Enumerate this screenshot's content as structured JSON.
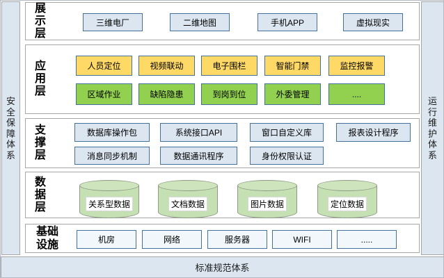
{
  "rails": {
    "left_label": "安全保障体系",
    "right_label": "运行维护体系",
    "bottom_label": "标准规范体系"
  },
  "layers": {
    "presentation": {
      "label": "展示层",
      "items": [
        "三维电厂",
        "二维地图",
        "手机APP",
        "虚拟现实"
      ]
    },
    "application": {
      "label": "应用层",
      "yellow_items": [
        "人员定位",
        "视频联动",
        "电子围栏",
        "智能门禁",
        "监控报警"
      ],
      "green_items": [
        "区域作业",
        "缺陷隐患",
        "到岗到位",
        "外委管理",
        "...."
      ]
    },
    "support": {
      "label": "支撑层",
      "row1_items": [
        "数据库操作包",
        "系统接口API",
        "窗口自定义库",
        "报表设计程序"
      ],
      "row2_items": [
        "消息同步机制",
        "数据通讯程序",
        "身份权限认证"
      ]
    },
    "data": {
      "label": "数据层",
      "cylinders": [
        "关系型数据",
        "文档数据",
        "图片数据",
        "定位数据"
      ]
    },
    "infrastructure": {
      "label": "基础设施",
      "items": [
        "机房",
        "网络",
        "服务器",
        "WIFI",
        "....."
      ]
    }
  },
  "colors": {
    "rail_background": "#dce6f1",
    "box_blue_fill": "#dce6f1",
    "box_yellow_fill": "#ffd966",
    "box_green_fill": "#92d050",
    "cylinder_fill": "#c5e0b3",
    "box_border_blue": "#41719c",
    "frame_border_gray": "#a6a6a6"
  }
}
